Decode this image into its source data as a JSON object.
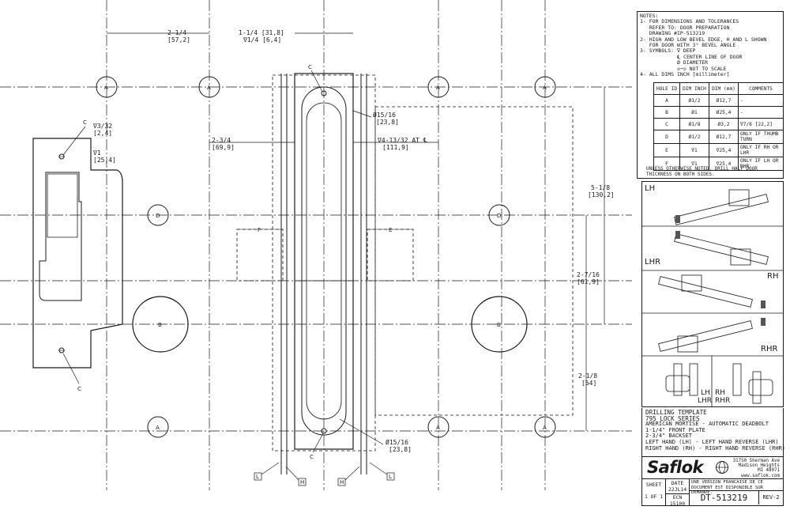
{
  "dimensions": {
    "d1": "2-1/4",
    "d1b": "[57,2]",
    "d2": "1-1/4 [31,8]",
    "d2b": "∇1/4 [6,4]",
    "d3": "∇3/32",
    "d3b": "[2,4]",
    "d4": "∇1",
    "d4b": "[25,4]",
    "d5": "2-3/4",
    "d5b": "[69,9]",
    "d6": "Ø15/16",
    "d6b": "[23,8]",
    "d7": "∇4-13/32 AT ℄",
    "d7b": "[111,9]",
    "d8": "5-1/8",
    "d8b": "[130,2]",
    "d9": "2-7/16",
    "d9b": "[61,9]",
    "d10": "2-1/8",
    "d10b": "[54]",
    "d11": "Ø15/16",
    "d11b": "[23,8]",
    "f": "F",
    "e": "E"
  },
  "hole_letters": {
    "a": "A",
    "b": "B",
    "c": "C",
    "d": "D",
    "e": "E",
    "h": "H",
    "l": "L"
  },
  "notes": [
    "NOTES:",
    "1- FOR DIMENSIONS AND TOLERANCES",
    "   REFER TO: DOOR PREPARATION",
    "   DRAWING #IP-513219",
    "2- HIGH AND LOW BEVEL EDGE, H AND L SHOWN",
    "   FOR DOOR WITH 3° BEVEL ANGLE",
    "3- SYMBOLS: ∇ DEEP",
    "            ℄ CENTER LINE OF DOOR",
    "            Ø DIAMETER",
    "            ◇─◇ NOT TO SCALE",
    "4- ALL DIMS INCH [millimeter]"
  ],
  "hole_table": {
    "headers": [
      "HOLE ID",
      "DIM INCH",
      "DIM (mm)",
      "COMMENTS"
    ],
    "rows": [
      [
        "A",
        "Ø1/2",
        "Ø12,7",
        "-"
      ],
      [
        "B",
        "Ø1",
        "Ø25,4",
        "-"
      ],
      [
        "C",
        "Ø1/8",
        "Ø3,2",
        "∇7/8 [22,2]"
      ],
      [
        "D",
        "Ø1/2",
        "Ø12,7",
        "ONLY IF THUMB TURN"
      ],
      [
        "E",
        "∇1",
        "∇25,4",
        "ONLY IF RH OR LHR"
      ],
      [
        "F",
        "∇1",
        "∇25,4",
        "ONLY IF LH OR RHR"
      ]
    ],
    "footnote": "UNLESS OTHERWISE NOTED, DRILL HALF DOOR THICKNESS ON BOTH SIDES."
  },
  "handing": {
    "lh": "LH",
    "lhr": "LHR",
    "rh": "RH",
    "rhr": "RHR",
    "pair1": "LH",
    "pair1b": "LHR",
    "pair2": "RH",
    "pair2b": "RHR"
  },
  "title_block": {
    "title1": "DRILLING TEMPLATE",
    "title2": "795 LOCK SERIES",
    "desc": [
      "AMERICAN MORTISE - AUTOMATIC DEADBOLT",
      "1-1/4\" FRONT PLATE",
      "2-3/4\" BACKSET",
      "LEFT HAND (LH) - LEFT HAND REVERSE (LHR)",
      "RIGHT HAND (RH) - RIGHT HAND REVERSE (RHR)"
    ],
    "logo": "Saflok",
    "address": [
      "31750 Sherman Ave",
      "Madison Heights",
      "MI 48071",
      "www.saflok.com"
    ],
    "sheet_label": "SHEET",
    "sheet": "1 OF 1",
    "date_label": "DATE",
    "date": "22JL14",
    "ecn_label": "ECN",
    "ecn": "15100",
    "french": "UNE VERSION FRANCAISE DE CE DOCUMENT EST DISPONIBLE SUR DEMANDE.",
    "drawing_no": "DT-513219",
    "rev": "REV-2"
  }
}
